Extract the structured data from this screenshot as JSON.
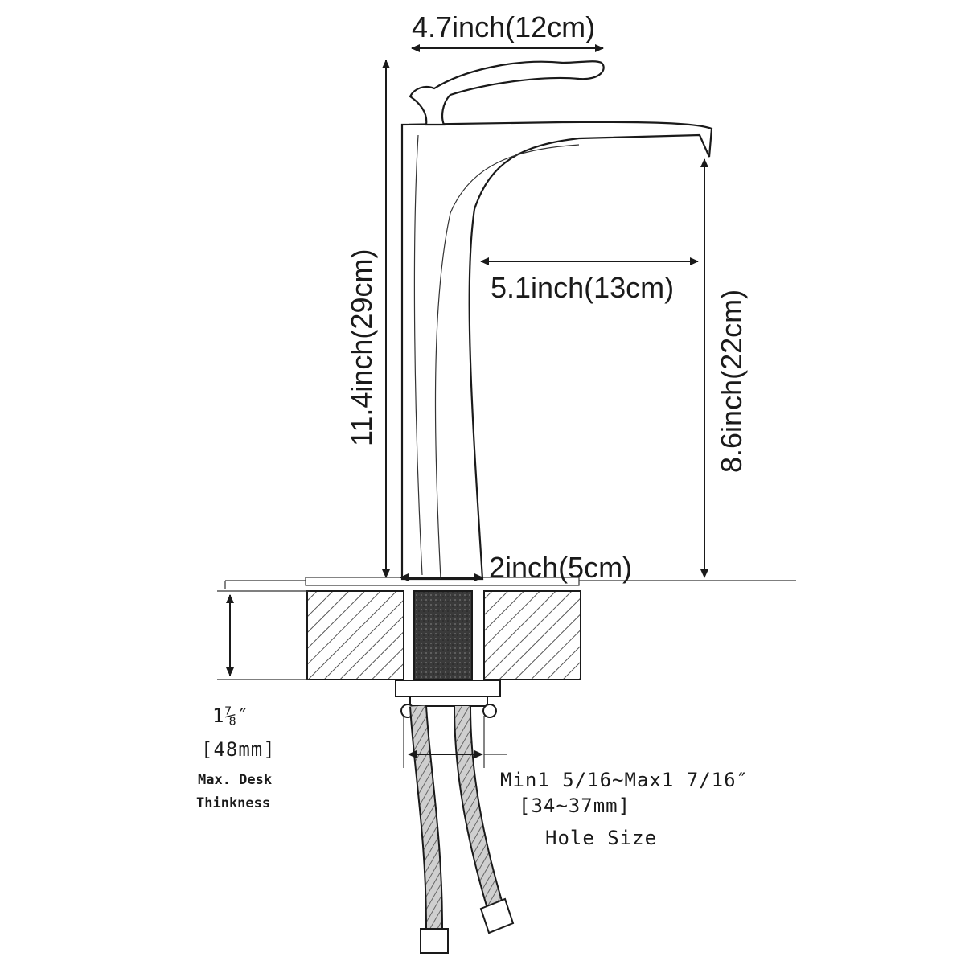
{
  "dimensions": {
    "handle_length": "4.7inch(12cm)",
    "total_height": "11.4inch(29cm)",
    "spout_reach": "5.1inch(13cm)",
    "spout_height": "8.6inch(22cm)",
    "base_width": "2inch(5cm)"
  },
  "desk": {
    "thickness_fraction": "1⅞″",
    "thickness_mm": "[48mm]",
    "label_line1": "Max. Desk",
    "label_line2": "Thinkness"
  },
  "hole": {
    "range_inch": "Min1 5/16~Max1 7/16″",
    "range_mm": "[34~37mm]",
    "label": "Hole Size"
  },
  "colors": {
    "line": "#1a1a1a",
    "background": "#ffffff",
    "hatch": "#555555"
  }
}
